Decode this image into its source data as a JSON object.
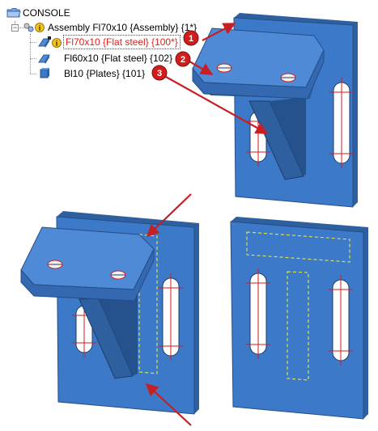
{
  "tree": {
    "root": {
      "label": "CONSOLE",
      "icon": "folder-icon"
    },
    "items": [
      {
        "label": "Assembly Fl70x10 {Assembly} {1*}",
        "icon": "assembly-icon",
        "toggle": "−"
      },
      {
        "label": "Fl70x10 {Flat steel} {100*}",
        "icon": "flat-steel-icon",
        "selected": true
      },
      {
        "label": "Fl60x10 {Flat steel} {102}",
        "icon": "flat-steel-icon"
      },
      {
        "label": "Bl10 {Plates} {101}",
        "icon": "plate-icon"
      }
    ]
  },
  "callouts": [
    "1",
    "2",
    "3"
  ],
  "colors": {
    "part_face": "#3c79c9",
    "part_top": "#4f8ad6",
    "part_side": "#2e5f9f",
    "callout_red": "#d21d1d",
    "arrow_red": "#c71f24",
    "hole": "#ffffff",
    "dashed_outline": "#d9e04a"
  }
}
